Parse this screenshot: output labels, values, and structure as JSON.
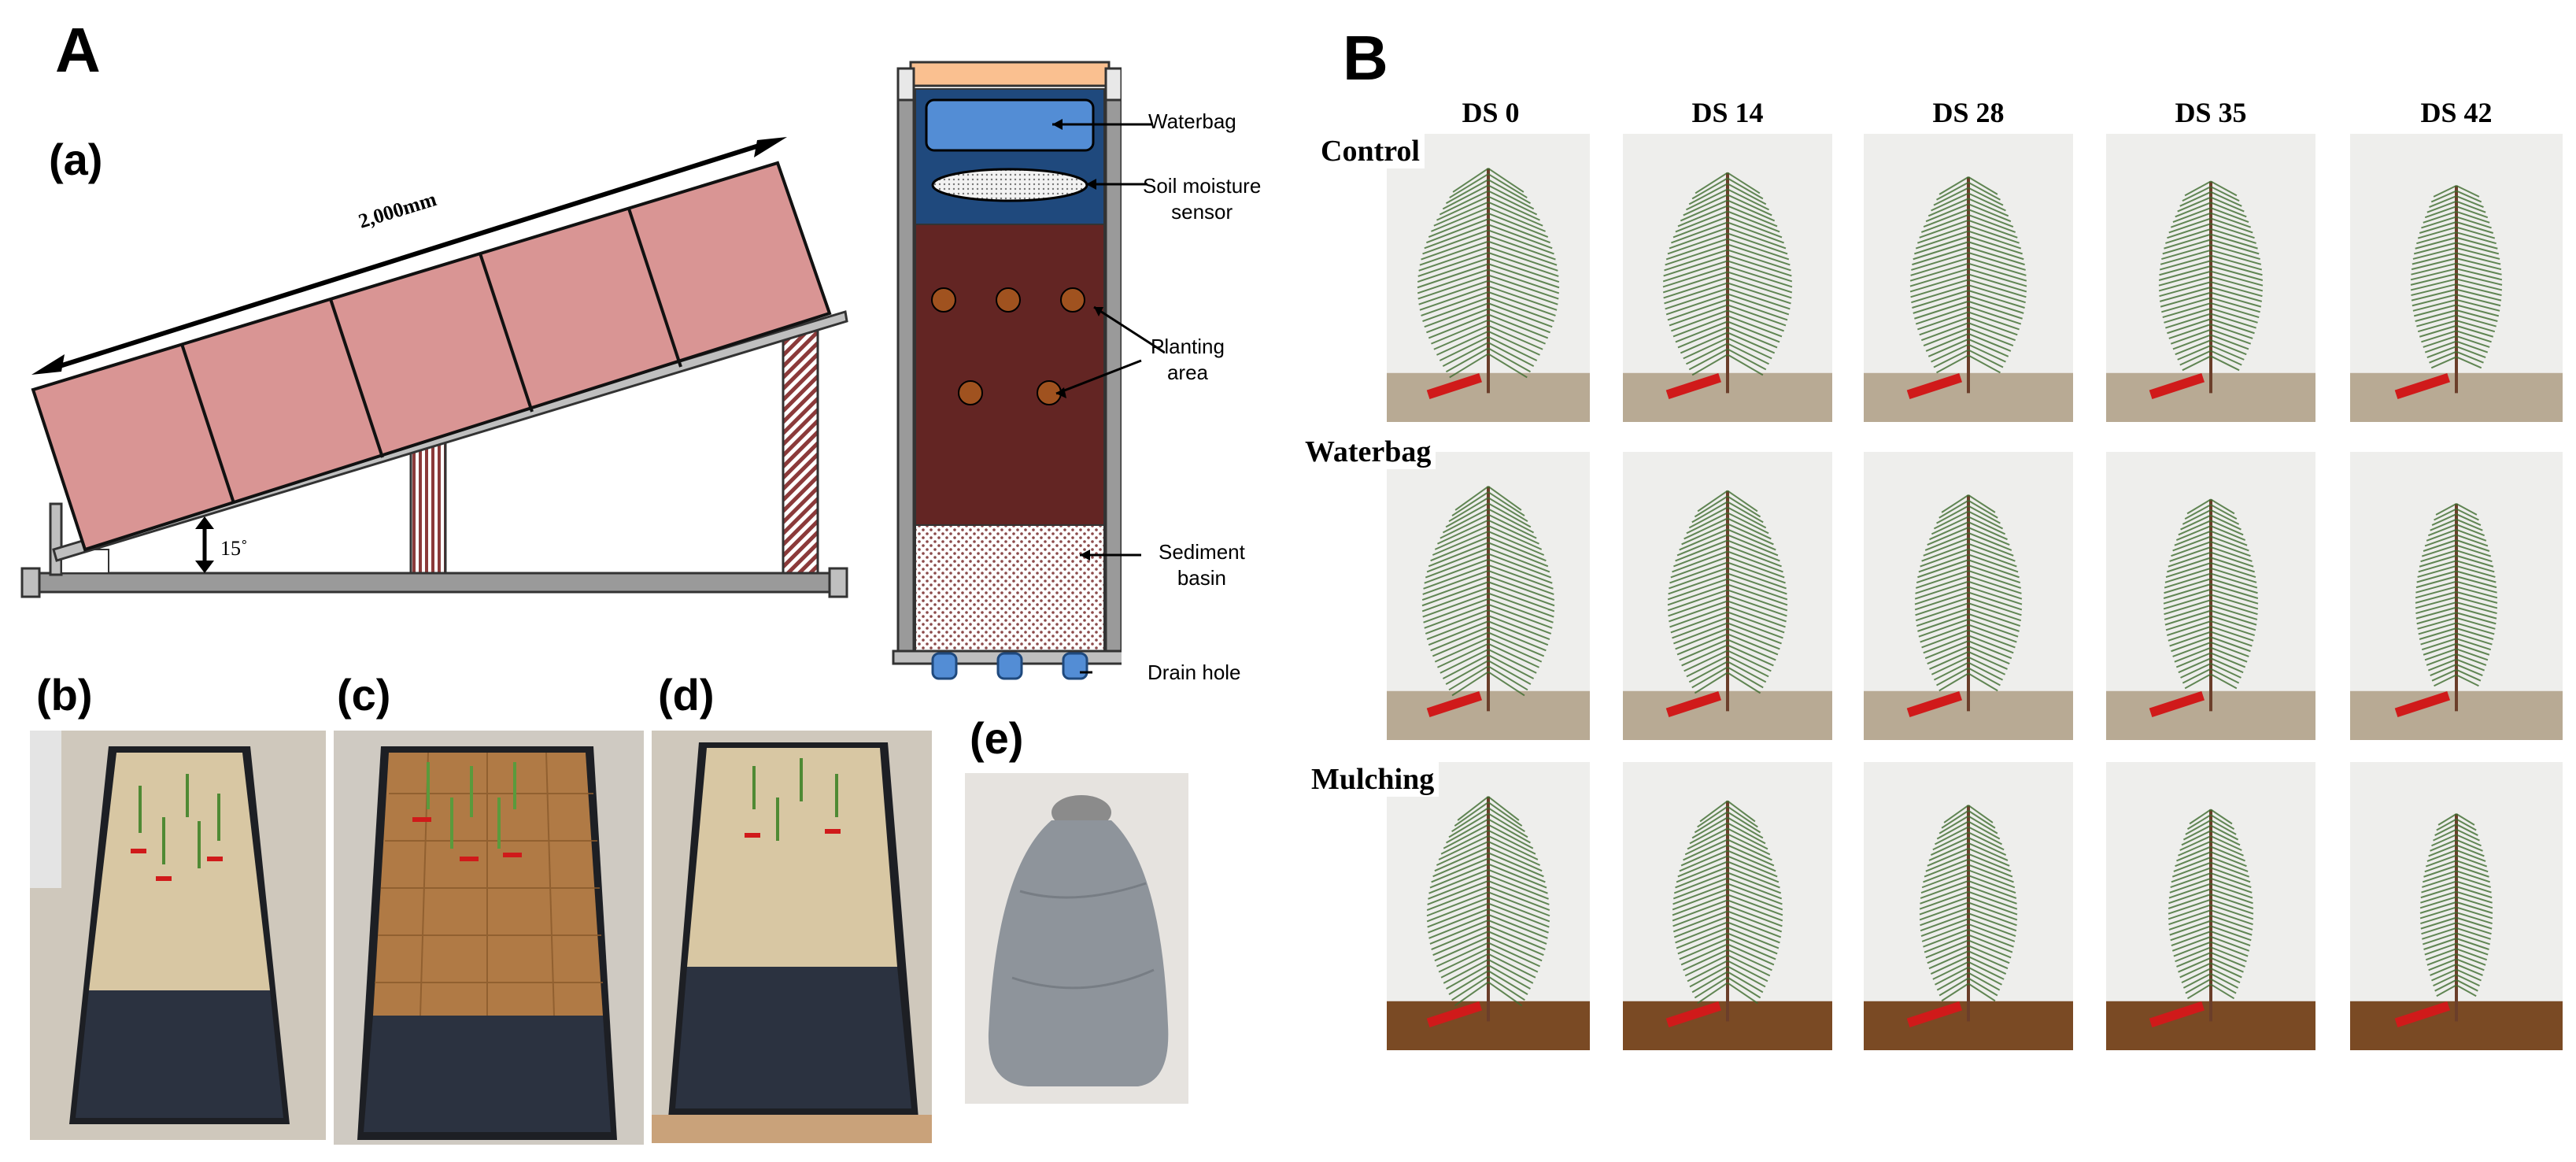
{
  "panel_a": {
    "letter": "A",
    "sub_a": "(a)",
    "length_label": "2,000mm",
    "angle_label": "15˚",
    "column_labels": {
      "waterbag": "Waterbag",
      "soil_moisture": "Soil moisture\nsensor",
      "planting": "Planting\narea",
      "sediment": "Sediment\nbasin",
      "drain": "Drain hole"
    },
    "photo_labels": [
      "(b)",
      "(c)",
      "(d)",
      "(e)"
    ]
  },
  "panel_b": {
    "letter": "B",
    "columns": [
      "DS 0",
      "DS 14",
      "DS 28",
      "DS 35",
      "DS 42"
    ],
    "rows": [
      "Control",
      "Waterbag",
      "Mulching"
    ]
  },
  "colors": {
    "solar_panel": "#d99594",
    "planting_area": "#632523",
    "column_top": "#1f497d",
    "waterbag": "#538dd5",
    "cap": "#fac090",
    "pine_needle": "#3d6b2e",
    "tag_red": "#d01a1a"
  },
  "icons": [
    "double-arrow-icon",
    "angle-arrow-icon",
    "pointer-arrow-icon"
  ]
}
